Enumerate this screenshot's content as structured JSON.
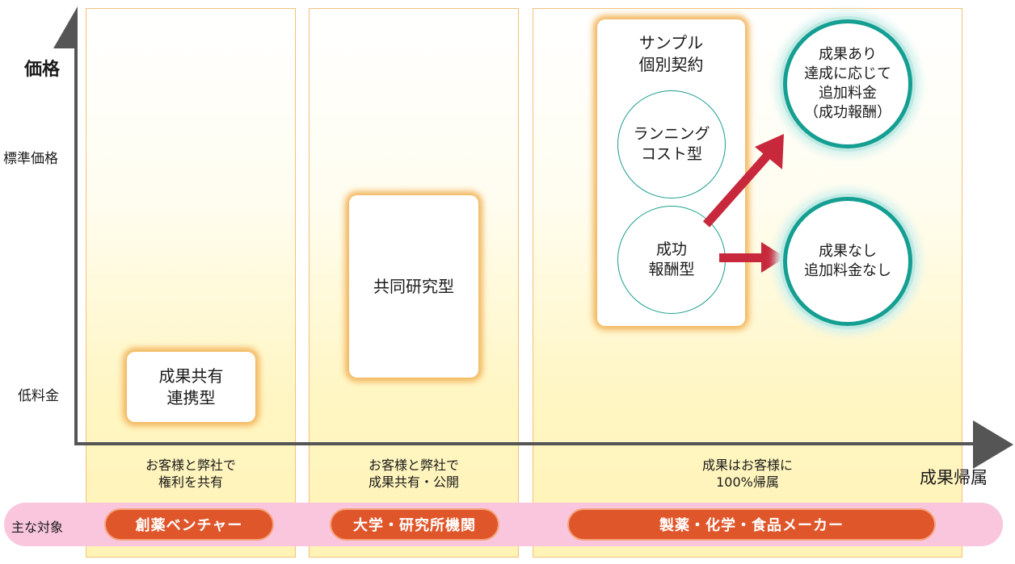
{
  "axes": {
    "y_title": "価格",
    "y_ticks": [
      "標準価格",
      "低料金"
    ],
    "x_title": "成果帰属"
  },
  "columns": [
    {
      "box_lines": [
        "成果共有",
        "連携型"
      ],
      "desc_lines": [
        "お客様と弊社で",
        "権利を共有"
      ],
      "target": "創薬ベンチャー"
    },
    {
      "box_lines": [
        "共同研究型"
      ],
      "desc_lines": [
        "お客様と弊社で",
        "成果共有・公開"
      ],
      "target": "大学・研究所機関"
    },
    {
      "box_lines": [
        "サンプル",
        "個別契約"
      ],
      "desc_lines": [
        "成果はお客様に",
        "100%帰属"
      ],
      "target": "製薬・化学・食品メーカー",
      "circles": [
        {
          "lines": [
            "ランニング",
            "コスト型"
          ]
        },
        {
          "lines": [
            "成功",
            "報酬型"
          ]
        }
      ],
      "results": [
        {
          "lines": [
            "成果あり",
            "達成に応じて",
            "追加料金",
            "（成功報酬）"
          ]
        },
        {
          "lines": [
            "成果なし",
            "追加料金なし"
          ]
        }
      ]
    }
  ],
  "target_label": "主な対象",
  "colors": {
    "axis": "#555555",
    "column_border": "#f4c07a",
    "box_glow": "#f2b45a",
    "circle_teal": "#159e92",
    "arrow_red": "#c8283c",
    "pill_orange": "#e0562b",
    "band_pink": "#f9c6dd"
  }
}
